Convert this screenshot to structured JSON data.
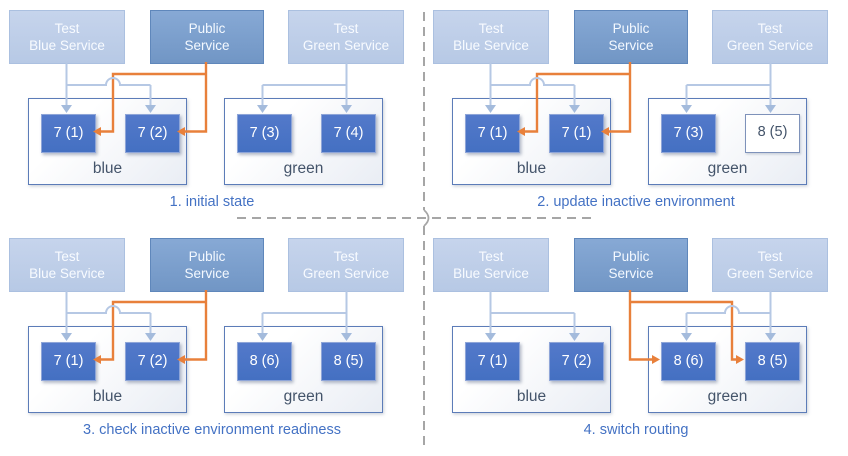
{
  "colors": {
    "orange": "#E8803B",
    "caption_blue": "#4472C4",
    "connector_line": "#B6C8E4",
    "connector_arrowhead": "#A4BBDC",
    "version_fill": "#4A72C4",
    "public_fill": "#7BA0CD",
    "test_fill": "#BCCDE8",
    "env_border": "#5C7CB8",
    "env_label_text": "#44546A",
    "divider_gray": "#A6A6A6"
  },
  "panels": [
    {
      "caption": "1. initial state",
      "public_route": "blue",
      "services": [
        {
          "lines": [
            "Test",
            "Blue Service"
          ]
        },
        {
          "lines": [
            "Public",
            "Service"
          ]
        },
        {
          "lines": [
            "Test",
            "Green Service"
          ]
        }
      ],
      "environments": [
        {
          "label": "blue",
          "versions": [
            {
              "text": "7 (1)",
              "outlined": false
            },
            {
              "text": "7 (2)",
              "outlined": false
            }
          ]
        },
        {
          "label": "green",
          "versions": [
            {
              "text": "7 (3)",
              "outlined": false
            },
            {
              "text": "7 (4)",
              "outlined": false
            }
          ]
        }
      ]
    },
    {
      "caption": "2. update inactive environment",
      "public_route": "blue",
      "services": [
        {
          "lines": [
            "Test",
            "Blue Service"
          ]
        },
        {
          "lines": [
            "Public",
            "Service"
          ]
        },
        {
          "lines": [
            "Test",
            "Green Service"
          ]
        }
      ],
      "environments": [
        {
          "label": "blue",
          "versions": [
            {
              "text": "7 (1)",
              "outlined": false
            },
            {
              "text": "7 (1)",
              "outlined": false
            }
          ]
        },
        {
          "label": "green",
          "versions": [
            {
              "text": "7 (3)",
              "outlined": false
            },
            {
              "text": "8 (5)",
              "outlined": true
            }
          ]
        }
      ]
    },
    {
      "caption": "3. check inactive environment readiness",
      "public_route": "blue",
      "services": [
        {
          "lines": [
            "Test",
            "Blue Service"
          ]
        },
        {
          "lines": [
            "Public",
            "Service"
          ]
        },
        {
          "lines": [
            "Test",
            "Green Service"
          ]
        }
      ],
      "environments": [
        {
          "label": "blue",
          "versions": [
            {
              "text": "7 (1)",
              "outlined": false
            },
            {
              "text": "7 (2)",
              "outlined": false
            }
          ]
        },
        {
          "label": "green",
          "versions": [
            {
              "text": "8 (6)",
              "outlined": false
            },
            {
              "text": "8 (5)",
              "outlined": false
            }
          ]
        }
      ]
    },
    {
      "caption": "4. switch routing",
      "public_route": "green",
      "services": [
        {
          "lines": [
            "Test",
            "Blue Service"
          ]
        },
        {
          "lines": [
            "Public",
            "Service"
          ]
        },
        {
          "lines": [
            "Test",
            "Green Service"
          ]
        }
      ],
      "environments": [
        {
          "label": "blue",
          "versions": [
            {
              "text": "7 (1)",
              "outlined": false
            },
            {
              "text": "7 (2)",
              "outlined": false
            }
          ]
        },
        {
          "label": "green",
          "versions": [
            {
              "text": "8 (6)",
              "outlined": false
            },
            {
              "text": "8 (5)",
              "outlined": false
            }
          ]
        }
      ]
    }
  ]
}
